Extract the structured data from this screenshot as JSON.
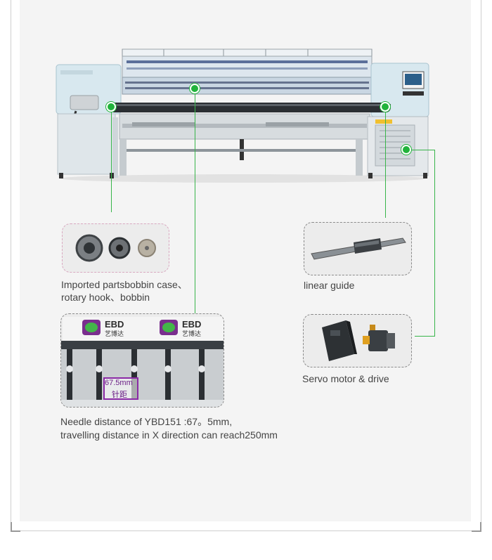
{
  "callouts": {
    "bobbin": {
      "line1": "Imported partsbobbin case、",
      "line2": "rotary hook、bobbin"
    },
    "linear_guide": {
      "label": "linear guide"
    },
    "needle": {
      "line1": "Needle distance of YBD151 :67。5mm,",
      "line2": "travelling distance in X direction can reach250mm",
      "brand_a": "EBD",
      "brand_cn": "艺博达",
      "measure": "67.5mm",
      "measure_cn": "针距"
    },
    "servo": {
      "label": "Servo motor & drive"
    }
  },
  "colors": {
    "accent_green": "#21b33b",
    "line_green": "#38b54a",
    "panel_bg": "#f4f4f4"
  }
}
